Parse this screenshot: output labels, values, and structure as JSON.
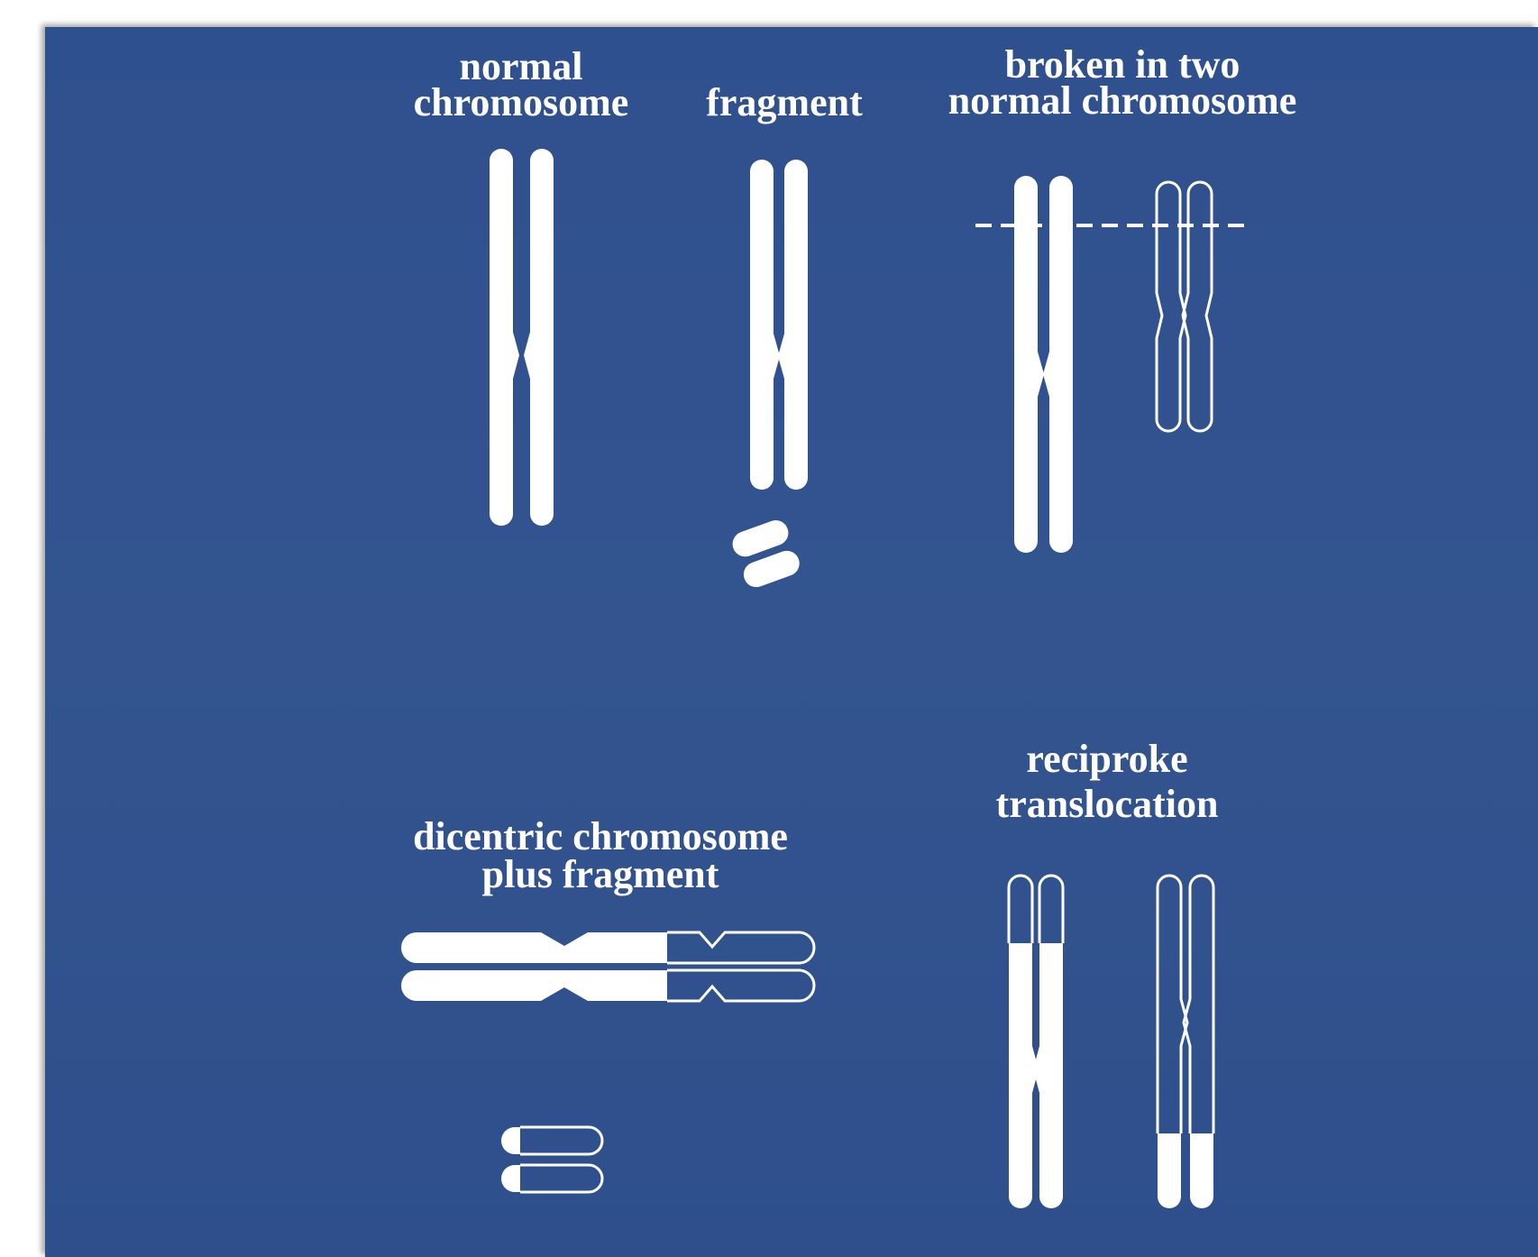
{
  "colors": {
    "background": "#31528e",
    "chromosome": "#ffffff",
    "page": "#ffffff"
  },
  "labels": {
    "normal_line1": "normal",
    "normal_line2": "chromosome",
    "fragment": "fragment",
    "broken_line1": "broken in two",
    "broken_line2": "normal chromosome",
    "dicentric_line1": "dicentric chromosome",
    "dicentric_line2": "plus fragment",
    "reciproke_line1": "reciproke",
    "reciproke_line2": "translocation"
  }
}
